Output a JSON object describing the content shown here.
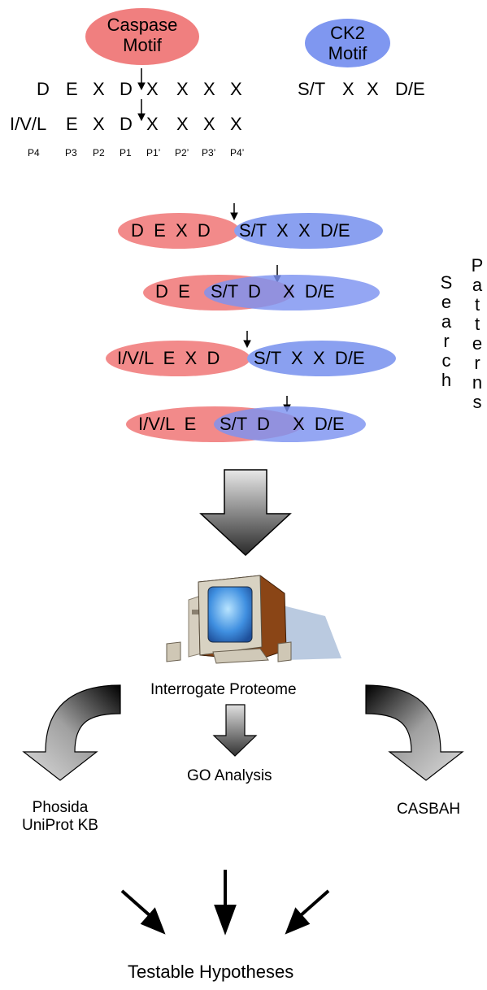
{
  "motifs": {
    "caspase": {
      "label_line1": "Caspase",
      "label_line2": "Motif",
      "color": "#f07f7f"
    },
    "ck2": {
      "label_line1": "CK2",
      "label_line2": "Motif",
      "color": "#7f97f0"
    }
  },
  "caspase_rows": [
    [
      "D",
      "E",
      "X",
      "D",
      "X",
      "X",
      "X",
      "X"
    ],
    [
      "I/V/L",
      "E",
      "X",
      "D",
      "X",
      "X",
      "X",
      "X"
    ]
  ],
  "positions": [
    "P4",
    "P3",
    "P2",
    "P1",
    "P1’",
    "P2’",
    "P3’",
    "P4’"
  ],
  "ck2_sequence": [
    "S/T",
    "X",
    "X",
    "D/E"
  ],
  "patterns": [
    {
      "caspase_part": "D  E  X  D",
      "ck2_part": "S/T  X  X  D/E"
    },
    {
      "caspase_part": "D  E",
      "overlap": "S/T  D",
      "ck2_part": "X  D/E"
    },
    {
      "caspase_part": "I/V/L  E  X  D",
      "ck2_part": "S/T  X  X  D/E"
    },
    {
      "caspase_part": "I/V/L  E",
      "overlap": "S/T  D",
      "ck2_part": "X  D/E"
    }
  ],
  "side_label": {
    "word1": [
      "S",
      "e",
      "a",
      "r",
      "c",
      "h"
    ],
    "word2": [
      "P",
      "a",
      "t",
      "t",
      "e",
      "r",
      "n",
      "s"
    ]
  },
  "computer_icon": "desktop-computer-icon",
  "steps": {
    "interrogate": "Interrogate Proteome",
    "go_analysis": "GO Analysis",
    "left_line1": "Phosida",
    "left_line2": "UniProt KB",
    "right": "CASBAH",
    "final": "Testable Hypotheses"
  }
}
